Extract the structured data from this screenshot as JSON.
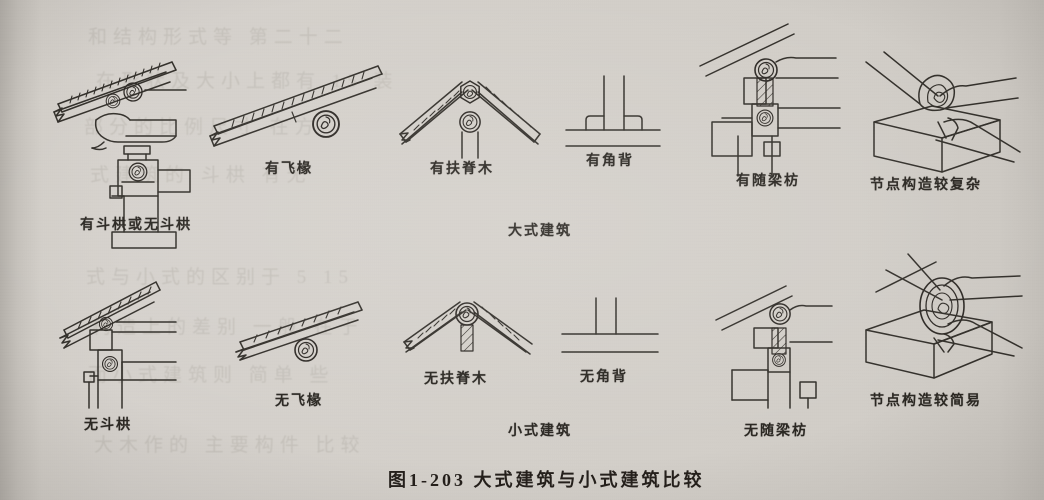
{
  "figure": {
    "caption": "图1-203 大式建筑与小式建筑比较",
    "caption_number": "图1-203",
    "caption_title": "大式建筑与小式建筑比较"
  },
  "rows": [
    {
      "row_label": "大式建筑",
      "items": [
        {
          "label": "有斗栱或无斗栱",
          "drawing": "eave-bracket-set-section"
        },
        {
          "label": "有飞椽",
          "drawing": "flying-rafter-section"
        },
        {
          "label": "有扶脊木",
          "drawing": "ridge-support-timber-section"
        },
        {
          "label": "有角背",
          "drawing": "corner-backing-block-section"
        },
        {
          "label": "有随梁枋",
          "drawing": "accompanying-beam-tie-section"
        },
        {
          "label": "节点构造较复杂",
          "drawing": "joint-detail-complex-axon"
        }
      ]
    },
    {
      "row_label": "小式建筑",
      "items": [
        {
          "label": "无斗栱",
          "drawing": "eave-no-bracket-set-section"
        },
        {
          "label": "无飞椽",
          "drawing": "no-flying-rafter-section"
        },
        {
          "label": "无扶脊木",
          "drawing": "no-ridge-support-timber-section"
        },
        {
          "label": "无角背",
          "drawing": "no-corner-backing-block-section"
        },
        {
          "label": "无随梁枋",
          "drawing": "no-accompanying-beam-tie-section"
        },
        {
          "label": "节点构造较简易",
          "drawing": "joint-detail-simple-axon"
        }
      ]
    }
  ],
  "ghost_lines": [
    "和结构形式等 第二十二",
    "在形状及大小上都有 15 装",
    "部分的比例尺寸 在方",
    "式建筑的 斗栱 有无",
    "式与小式的区别于 5 15",
    "构造上的差别 一般 在于",
    "而小式建筑则 简单 些",
    "大木作的 主要构件 比较"
  ],
  "colors": {
    "paper": "#d4d0ca",
    "ink": "#2a2722",
    "line": "#3a3530",
    "ghost": "#b9b5ae"
  }
}
